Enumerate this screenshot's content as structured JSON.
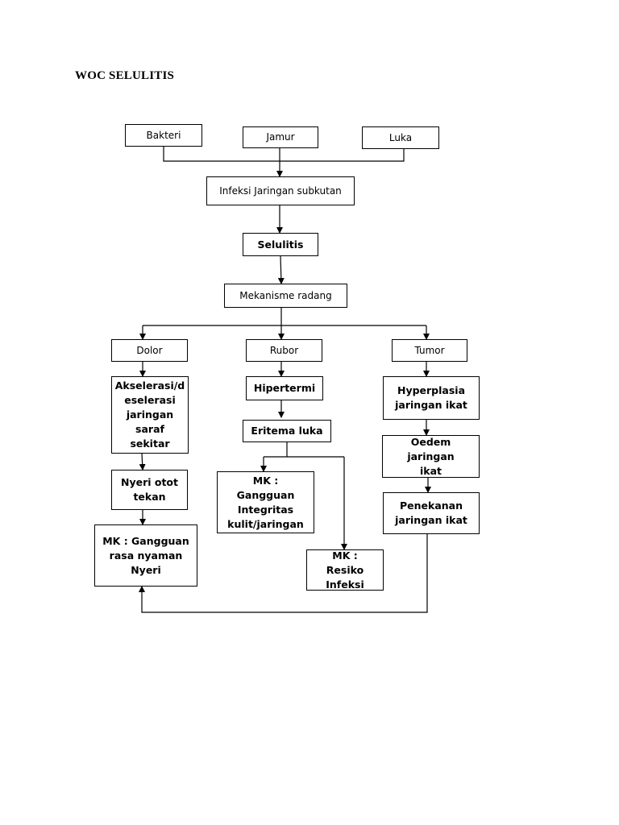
{
  "title": "WOC SELULITIS",
  "nodes": {
    "bakteri": "Bakteri",
    "jamur": "Jamur",
    "luka": "Luka",
    "infeksi": "Infeksi Jaringan subkutan",
    "selulitis": "Selulitis",
    "mekanisme": "Mekanisme radang",
    "dolor": "Dolor",
    "rubor": "Rubor",
    "tumor": "Tumor",
    "akselerasi": "Akselerasi/d\neselerasi\njaringan\nsaraf sekitar",
    "hipertermi": "Hipertermi",
    "hyperplasia": "Hyperplasia\njaringan ikat",
    "eritema": "Eritema luka",
    "oedem": "Oedem jaringan\nikat",
    "nyeri_otot": "Nyeri otot\ntekan",
    "mk_integritas": "MK : Gangguan\nIntegritas\nkulit/jaringan",
    "penekanan": "Penekanan\njaringan ikat",
    "mk_nyaman": "MK : Gangguan\nrasa nyaman\nNyeri",
    "mk_resiko": "MK : Resiko\nInfeksi"
  }
}
